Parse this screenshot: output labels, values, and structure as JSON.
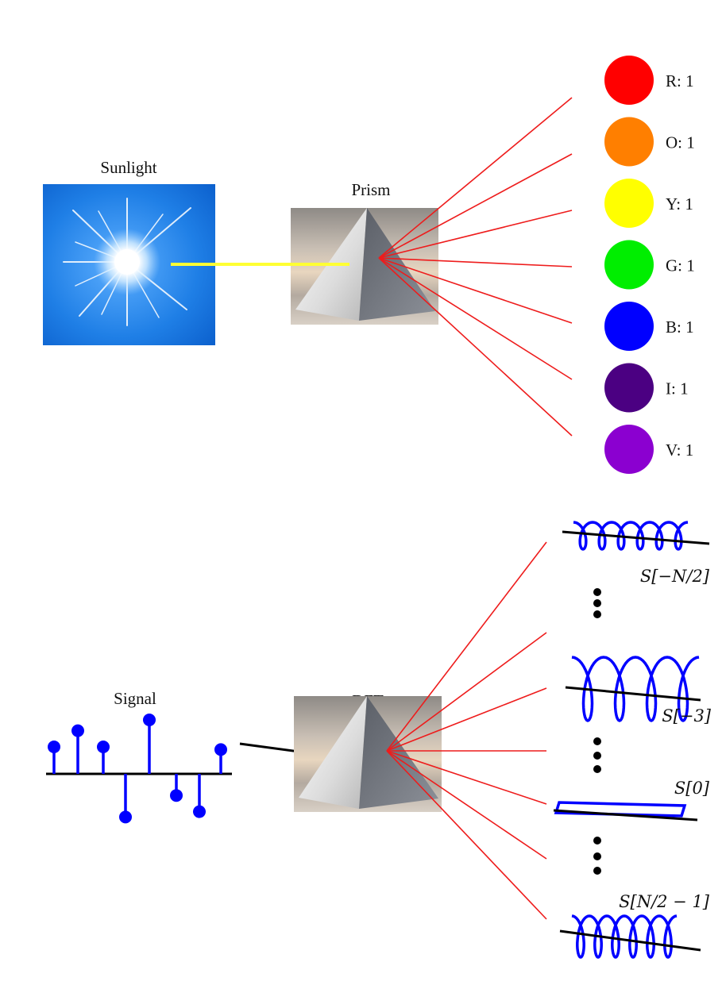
{
  "top": {
    "source_label": "Sunlight",
    "prism_label": "Prism",
    "colors": [
      {
        "label": "R: 1",
        "color": "#ff0000"
      },
      {
        "label": "O: 1",
        "color": "#ff7f00"
      },
      {
        "label": "Y: 1",
        "color": "#ffff00"
      },
      {
        "label": "G: 1",
        "color": "#00ee00"
      },
      {
        "label": "B: 1",
        "color": "#0000ff"
      },
      {
        "label": "I:  1",
        "color": "#4b0082"
      },
      {
        "label": "V: 1",
        "color": "#8b00d0"
      }
    ],
    "beam_color": "#ffff33",
    "ray_color": "#ee1c1c"
  },
  "bottom": {
    "signal_label": "Signal",
    "dft_label": "DFT",
    "signal_color": "#0000ff",
    "signal_samples": [
      0.5,
      0.8,
      0.5,
      -0.8,
      1.0,
      -0.4,
      -0.7,
      0.45
    ],
    "components": [
      {
        "label": "S[−N/2]"
      },
      {
        "label": "S[−3]"
      },
      {
        "label": "S[0]"
      },
      {
        "label": "S[N/2 − 1]"
      }
    ]
  }
}
